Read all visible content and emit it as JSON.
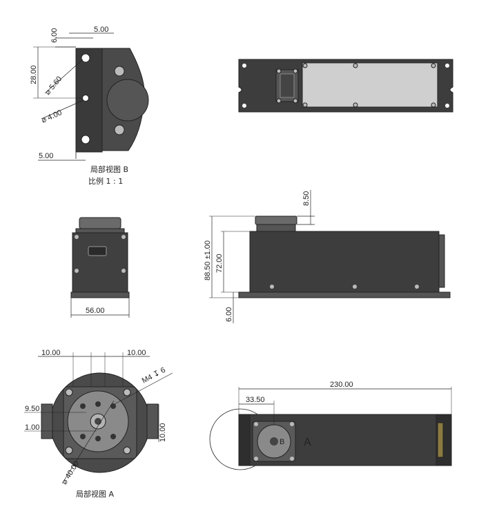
{
  "views": {
    "detail_b": {
      "caption": "局部视图 B",
      "scale": "比例 1 : 1",
      "dims": {
        "top_offset": "6.00",
        "top_width": "5.00",
        "height": "28.00",
        "hole_large": "⌀ 5.60",
        "hole_small": "⌀ 4.00",
        "bottom_width": "5.00"
      }
    },
    "front": {
      "width": "56.00"
    },
    "side": {
      "knob_height": "8.50",
      "total_height": "88.50 ±1.00",
      "body_height": "72.00",
      "base_thickness": "6.00"
    },
    "detail_a": {
      "caption": "局部视图 A",
      "dims": {
        "left_spacing": "10.00",
        "right_spacing": "10.00",
        "thread": "M4 ↧ 6",
        "offset_left": "9.50",
        "offset_small": "1.00",
        "offset_right": "10.00",
        "diameter": "⌀ 40.00"
      }
    },
    "bottom": {
      "length": "230.00",
      "offset": "33.50",
      "marker": "A",
      "marker_b": "B"
    }
  },
  "colors": {
    "body_dark": "#3c3c3c",
    "body_mid": "#555555",
    "panel_light": "#cfcfcf",
    "line": "#222222"
  }
}
